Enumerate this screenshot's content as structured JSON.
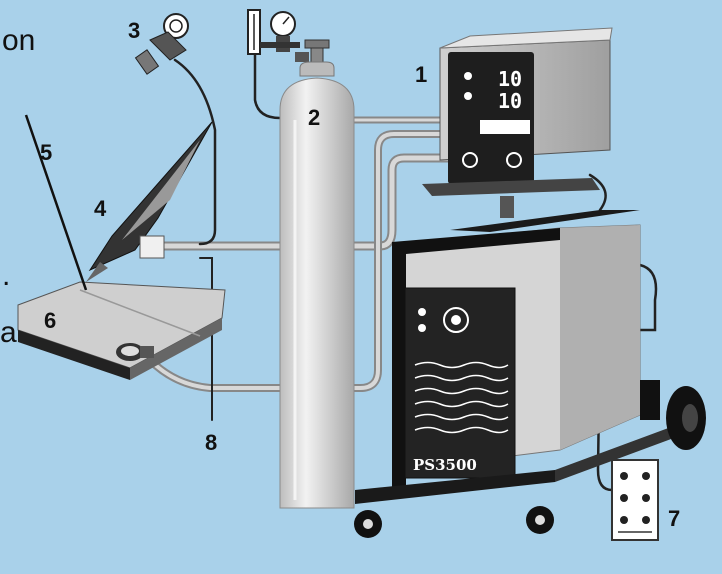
{
  "background": "#a9d1ea",
  "fragments": {
    "top": "on",
    "mid": ".",
    "low": "a"
  },
  "labels": {
    "power_source": "1",
    "gas_cylinder": "2",
    "regulator": "3",
    "torch": "4",
    "filler_rod": "5",
    "workpiece": "6",
    "remote_control": "7",
    "ground_cable": "8"
  },
  "display": {
    "line1": "10",
    "line2": "10"
  },
  "brand": "PS3500",
  "colors": {
    "metal_dark": "#2b2b2b",
    "metal_light": "#d9d9d9",
    "cylinder": "#e2e2e2",
    "hose": "#c8c8c8"
  }
}
